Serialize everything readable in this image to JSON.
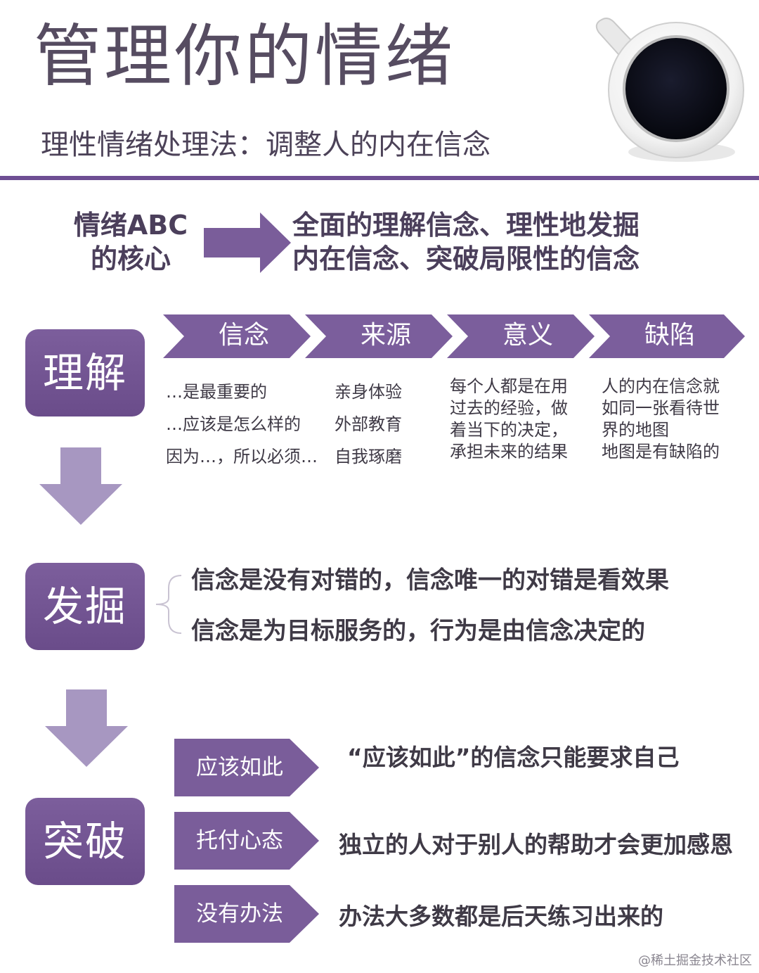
{
  "header": {
    "title": "管理你的情绪",
    "subtitle": "理性情绪处理法：调整人的内在信念"
  },
  "summary": {
    "source_lines": [
      "情绪ABC",
      "的核心"
    ],
    "target_lines": [
      "全面的理解信念、理性地发掘",
      "内在信念、突破局限性的信念"
    ]
  },
  "understand": {
    "label": "理解",
    "chevrons": [
      {
        "label": "信念",
        "lines": [
          "…是最重要的",
          "…应该是怎么样的",
          "因为…，所以必须…"
        ]
      },
      {
        "label": "来源",
        "lines": [
          "亲身体验",
          "外部教育",
          "自我琢磨"
        ]
      },
      {
        "label": "意义",
        "lines": [
          "每个人都是在用",
          "过去的经验，做",
          "着当下的决定，",
          "承担未来的结果"
        ]
      },
      {
        "label": "缺陷",
        "lines": [
          "人的内在信念就",
          "如同一张看待世",
          "界的地图",
          "地图是有缺陷的"
        ]
      }
    ]
  },
  "discover": {
    "label": "发掘",
    "lines": [
      "信念是没有对错的，信念唯一的对错是看效果",
      "信念是为目标服务的，行为是由信念决定的"
    ]
  },
  "breakthrough": {
    "label": "突破",
    "items": [
      {
        "tag": "应该如此",
        "text": "“应该如此”的信念只能要求自己"
      },
      {
        "tag": "托付心态",
        "text": "独立的人对于别人的帮助才会更加感恩"
      },
      {
        "tag": "没有办法",
        "text": "办法大多数都是后天练习出来的"
      }
    ]
  },
  "watermark": "@稀土掘金技术社区",
  "colors": {
    "purple": "#6e4e93",
    "purple_light": "#a898c2",
    "title_gray": "#564c61"
  },
  "icons": {
    "coffee": "coffee-cup-icon"
  }
}
